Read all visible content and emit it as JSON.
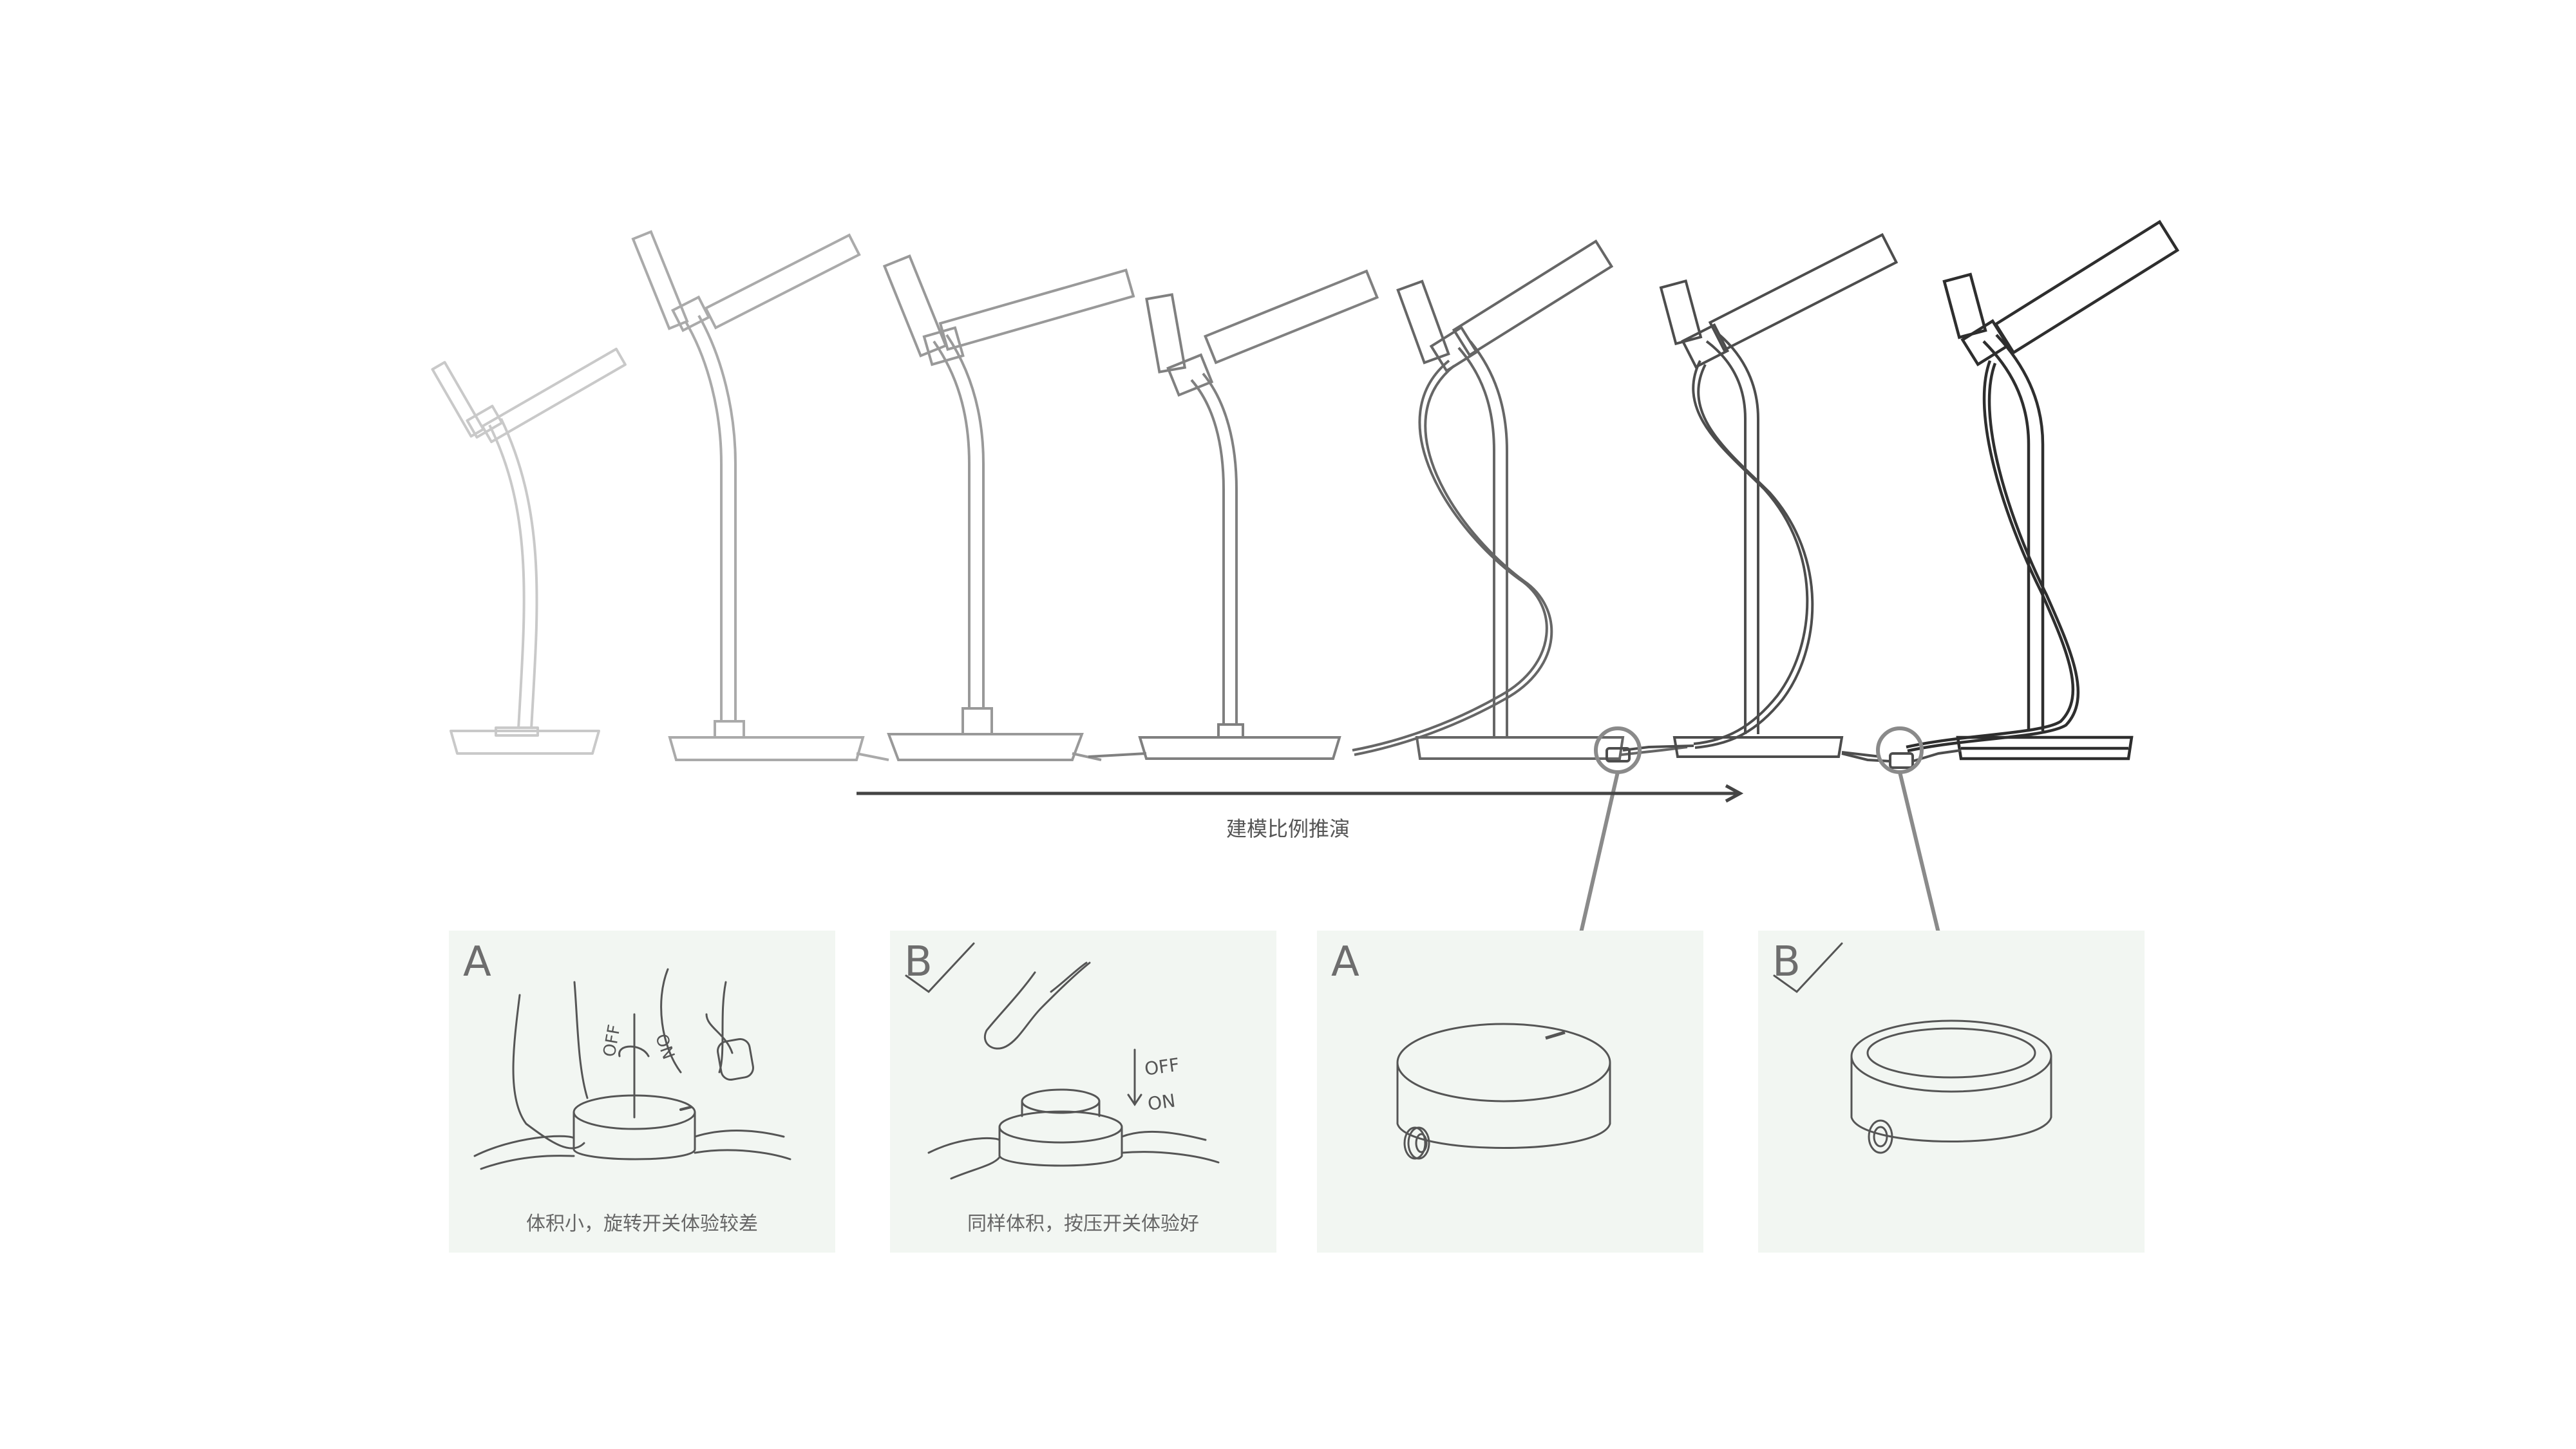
{
  "evolution": {
    "label": "建模比例推演",
    "stage_count": 7
  },
  "panels": [
    {
      "letter": "A",
      "caption": "体积小，旋转开关体验较差",
      "off_label": "OFF",
      "on_label": "ON",
      "checked": false
    },
    {
      "letter": "B",
      "caption": "同样体积，按压开关体验好",
      "off_label": "OFF",
      "on_label": "ON",
      "checked": true
    },
    {
      "letter": "A",
      "caption": "",
      "checked": false
    },
    {
      "letter": "B",
      "caption": "",
      "checked": true
    }
  ],
  "colors": {
    "panel_bg": "#f2f6f2",
    "line_dark": "#333333",
    "line_light": "#b8b8b8",
    "callout": "#8a8a8a"
  }
}
